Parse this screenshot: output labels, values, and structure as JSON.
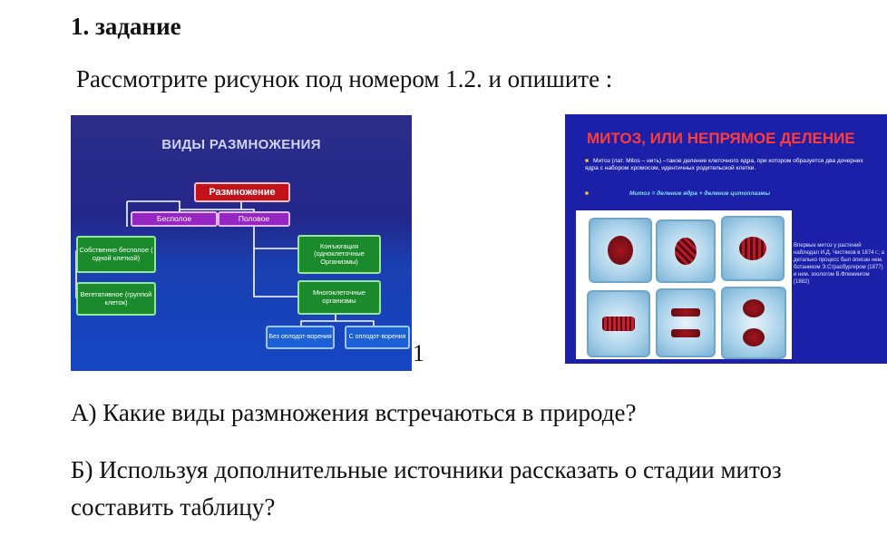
{
  "task": {
    "heading": "1. задание",
    "intro": "Рассмотрите рисунок под номером 1.2. и опишите :",
    "figure_number": "1",
    "question_a": "А) Какие виды размножения встречаються в природе?",
    "question_b_line1": "Б) Используя дополнительные источники рассказать о стадии митоз",
    "question_b_line2": "составить таблицу?"
  },
  "slide_reproduction": {
    "title": "ВИДЫ РАЗМНОЖЕНИЯ",
    "root": "Размножение",
    "asexual": "Бесполое",
    "sexual": "Половое",
    "asexual_proper": "Собственно бесполое ( одной клеткой)",
    "vegetative": "Вегетативное (группой клеток)",
    "conjugation": "Конъюгация (одноклеточные Организмы)",
    "multicellular": "Многоклеточные организмы",
    "without_fertilization": "Без оплодот-ворения",
    "with_fertilization": "С оплодот-ворения",
    "colors": {
      "background": "#24278a",
      "root": "#c3121a",
      "level1": "#9626c2",
      "level2": "#1b8a2c",
      "level3": "#1b60d6"
    }
  },
  "slide_mitosis": {
    "title": "МИТОЗ, ИЛИ НЕПРЯМОЕ ДЕЛЕНИЕ",
    "bullet1": "Митоз (лат. Mitos – нить) –такое деление клеточного ядра, при котором образуется два дочерних ядра с набором хромосом, идентичных родительской клетки.",
    "bullet2": "Митоз = деление ядра + деление цитоплазмы",
    "side_text": "Впервые митоз у растений наблюдал И.Д. Чистяков в 1874 г.; а детально процесс был описан нем. ботаником Э.Страсбургером (1877) и нем. зоологом В.Флемингом (1882)",
    "colors": {
      "background": "#1c1fa8",
      "title": "#ff3b3b",
      "bullet": "#f1d02a"
    }
  }
}
